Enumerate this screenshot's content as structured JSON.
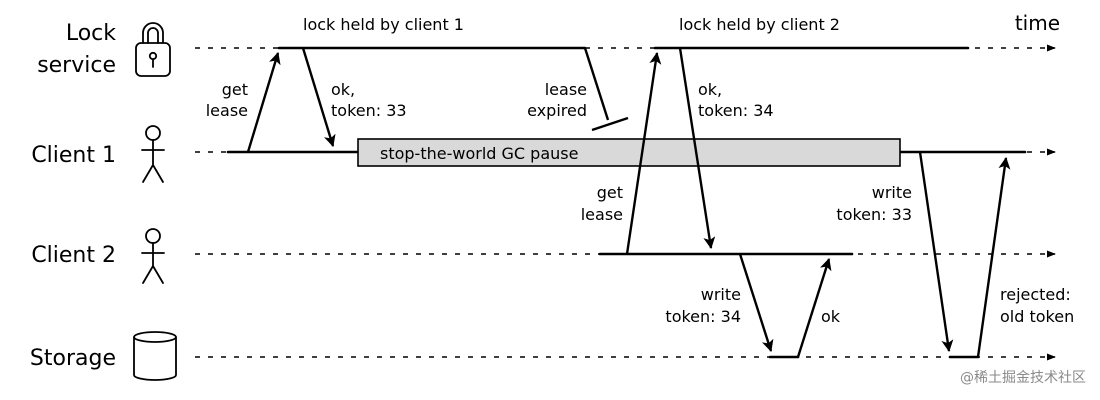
{
  "lanes": {
    "lock_service": [
      "Lock",
      "service"
    ],
    "client1": "Client 1",
    "client2": "Client 2",
    "storage": "Storage"
  },
  "time_label": "time",
  "spans": {
    "held_by_client1": "lock held by client 1",
    "held_by_client2": "lock held by client 2"
  },
  "messages": {
    "c1_get_lease": [
      "get",
      "lease"
    ],
    "ls_ok_token33": [
      "ok,",
      "token: 33"
    ],
    "lease_expired": [
      "lease",
      "expired"
    ],
    "c2_get_lease": [
      "get",
      "lease"
    ],
    "ls_ok_token34": [
      "ok,",
      "token: 34"
    ],
    "c2_write": [
      "write",
      "token: 34"
    ],
    "storage_ok": "ok",
    "c1_write": [
      "write",
      "token: 33"
    ],
    "storage_rejected": [
      "rejected:",
      "old token"
    ]
  },
  "gc_pause": "stop-the-world GC pause",
  "watermark": "@稀土掘金技术社区"
}
